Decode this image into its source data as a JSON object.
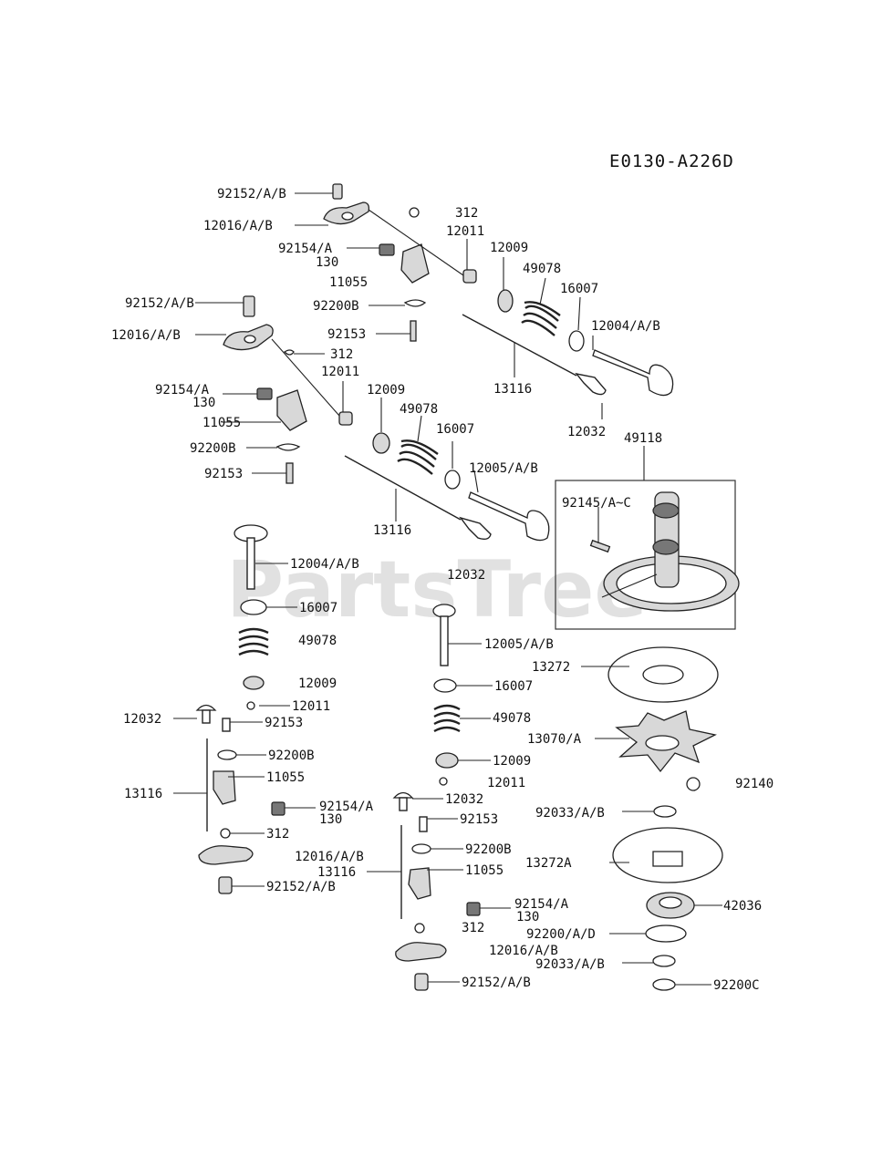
{
  "diagram_code": "E0130-A226D",
  "watermark": "PartsTree",
  "labels": [
    "92152/A/B",
    "12016/A/B",
    "92154/A",
    "130",
    "11055",
    "312",
    "12011",
    "12009",
    "49078",
    "16007",
    "12004/A/B",
    "92152/A/B",
    "92200B",
    "12016/A/B",
    "92153",
    "312",
    "12011",
    "13116",
    "92154/A",
    "12009",
    "130",
    "49078",
    "11055",
    "16007",
    "12032",
    "49118",
    "92200B",
    "12005/A/B",
    "92153",
    "92145/A~C",
    "13116",
    "12004/A/B",
    "12032",
    "16007",
    "49078",
    "12005/A/B",
    "13272",
    "12009",
    "16007",
    "12011",
    "49078",
    "12032",
    "92153",
    "13070/A",
    "92200B",
    "12009",
    "11055",
    "12011",
    "92140",
    "13116",
    "12032",
    "92154/A",
    "92033/A/B",
    "130",
    "92153",
    "312",
    "92200B",
    "12016/A/B",
    "13272A",
    "11055",
    "13116",
    "92152/A/B",
    "42036",
    "92154/A",
    "130",
    "312",
    "92200/A/D",
    "12016/A/B",
    "92033/A/B",
    "92152/A/B",
    "92200C"
  ]
}
